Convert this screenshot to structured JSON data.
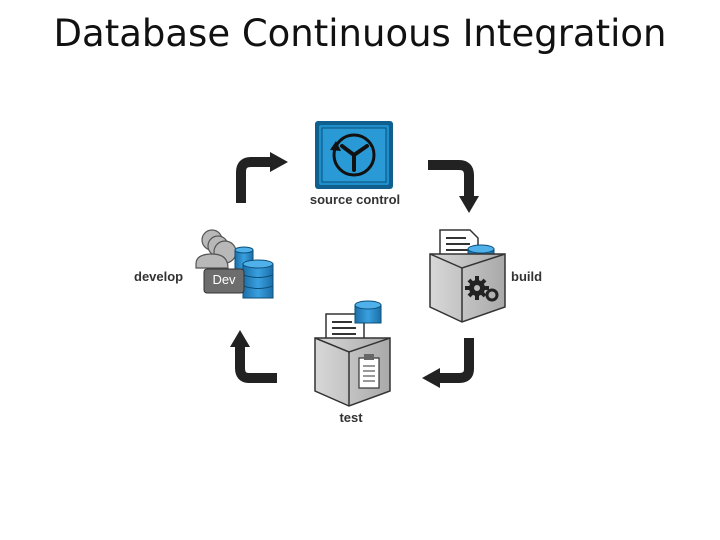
{
  "title": "Database Continuous Integration",
  "stages": {
    "source_control": "source control",
    "build": "build",
    "test": "test",
    "develop": "develop"
  },
  "dev_badge": "Dev",
  "colors": {
    "arrow": "#222222",
    "accent_blue": "#1f7fb5",
    "db_blue": "#2b8fd1",
    "box_gray": "#c9c9c9",
    "person_gray": "#9a9a9a"
  }
}
